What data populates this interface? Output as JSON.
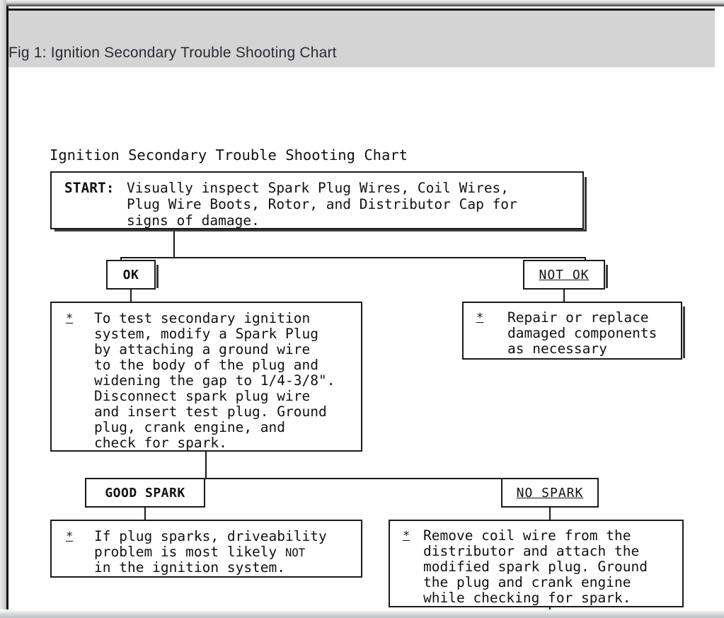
{
  "window": {
    "header_title": "Fig 1: Ignition Secondary Trouble Shooting Chart",
    "header_bg": "#d4d4d4",
    "canvas_bg": "#ffffff",
    "ink": "#111111"
  },
  "chart": {
    "title": "Ignition Secondary Trouble Shooting Chart",
    "bullet_glyph": "*",
    "nodes": {
      "start": {
        "label": "START:",
        "line1": "Visually inspect Spark Plug Wires, Coil Wires,",
        "line2": "Plug Wire Boots, Rotor, and Distributor Cap for",
        "line3": "signs of damage."
      },
      "ok": {
        "label": "OK"
      },
      "not_ok": {
        "label": "NOT OK"
      },
      "test_procedure": {
        "line1": "To test secondary ignition",
        "line2": "system, modify a Spark Plug",
        "line3": "by attaching a ground wire",
        "line4": "to the body of the plug and",
        "line5": "widening the gap to 1/4-3/8\".",
        "line6": "Disconnect spark plug wire",
        "line7": "and insert test plug. Ground",
        "line8": "plug, crank engine, and",
        "line9": "check for spark."
      },
      "repair": {
        "line1": "Repair or replace",
        "line2": "damaged components",
        "line3": "as necessary"
      },
      "good_spark": {
        "label": "GOOD SPARK"
      },
      "no_spark": {
        "label": "NO SPARK"
      },
      "driveability": {
        "line1a": "If plug sparks, driveability",
        "line2a": "problem is most likely ",
        "line2b": "NOT",
        "line3a": "in the ignition system."
      },
      "remove_coil": {
        "line1": "Remove coil wire from the",
        "line2": "distributor and attach the",
        "line3": "modified spark plug. Ground",
        "line4": "the plug and crank engine",
        "line5": "while checking for spark."
      }
    }
  }
}
